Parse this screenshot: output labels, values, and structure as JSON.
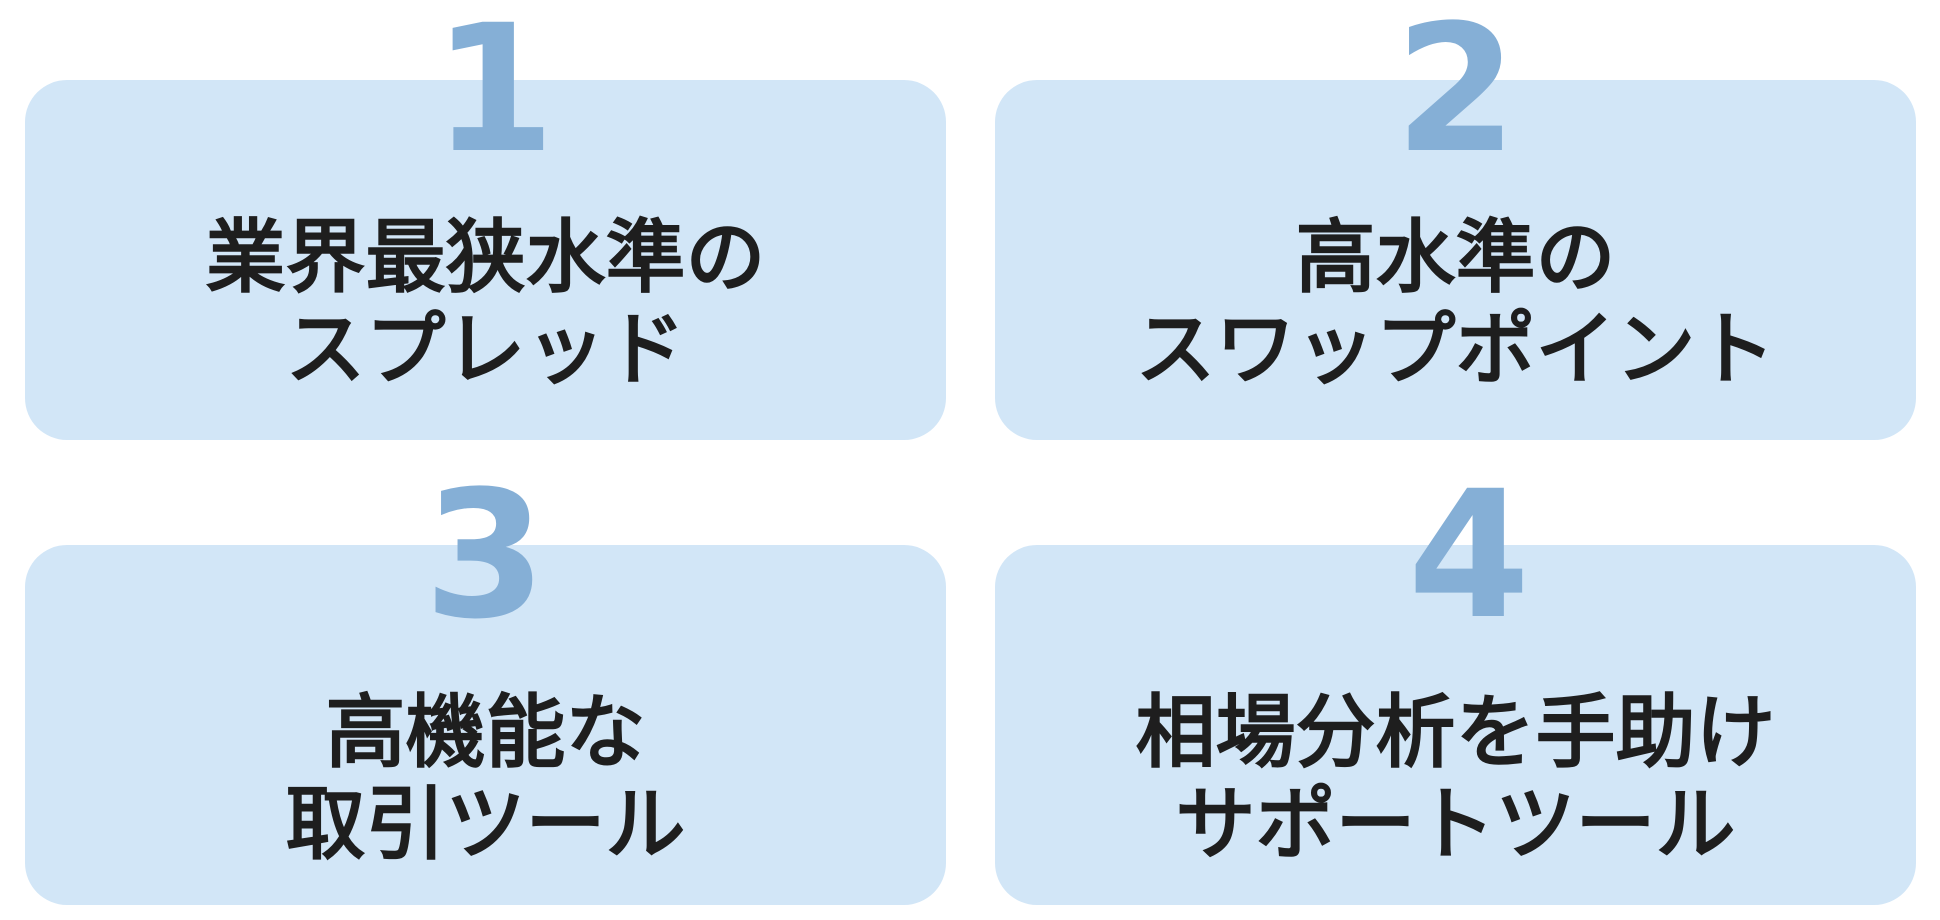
{
  "items": [
    {
      "number": "1",
      "line1": "業界最狭水準の",
      "line2": "スプレッド"
    },
    {
      "number": "2",
      "line1": "高水準の",
      "line2": "スワップポイント"
    },
    {
      "number": "3",
      "line1": "高機能な",
      "line2": "取引ツール"
    },
    {
      "number": "4",
      "line1": "相場分析を手助け",
      "line2": "サポートツール"
    }
  ],
  "colors": {
    "card_background": "#d2e6f7",
    "number": "#85afd6",
    "text": "#1e1e1e"
  }
}
